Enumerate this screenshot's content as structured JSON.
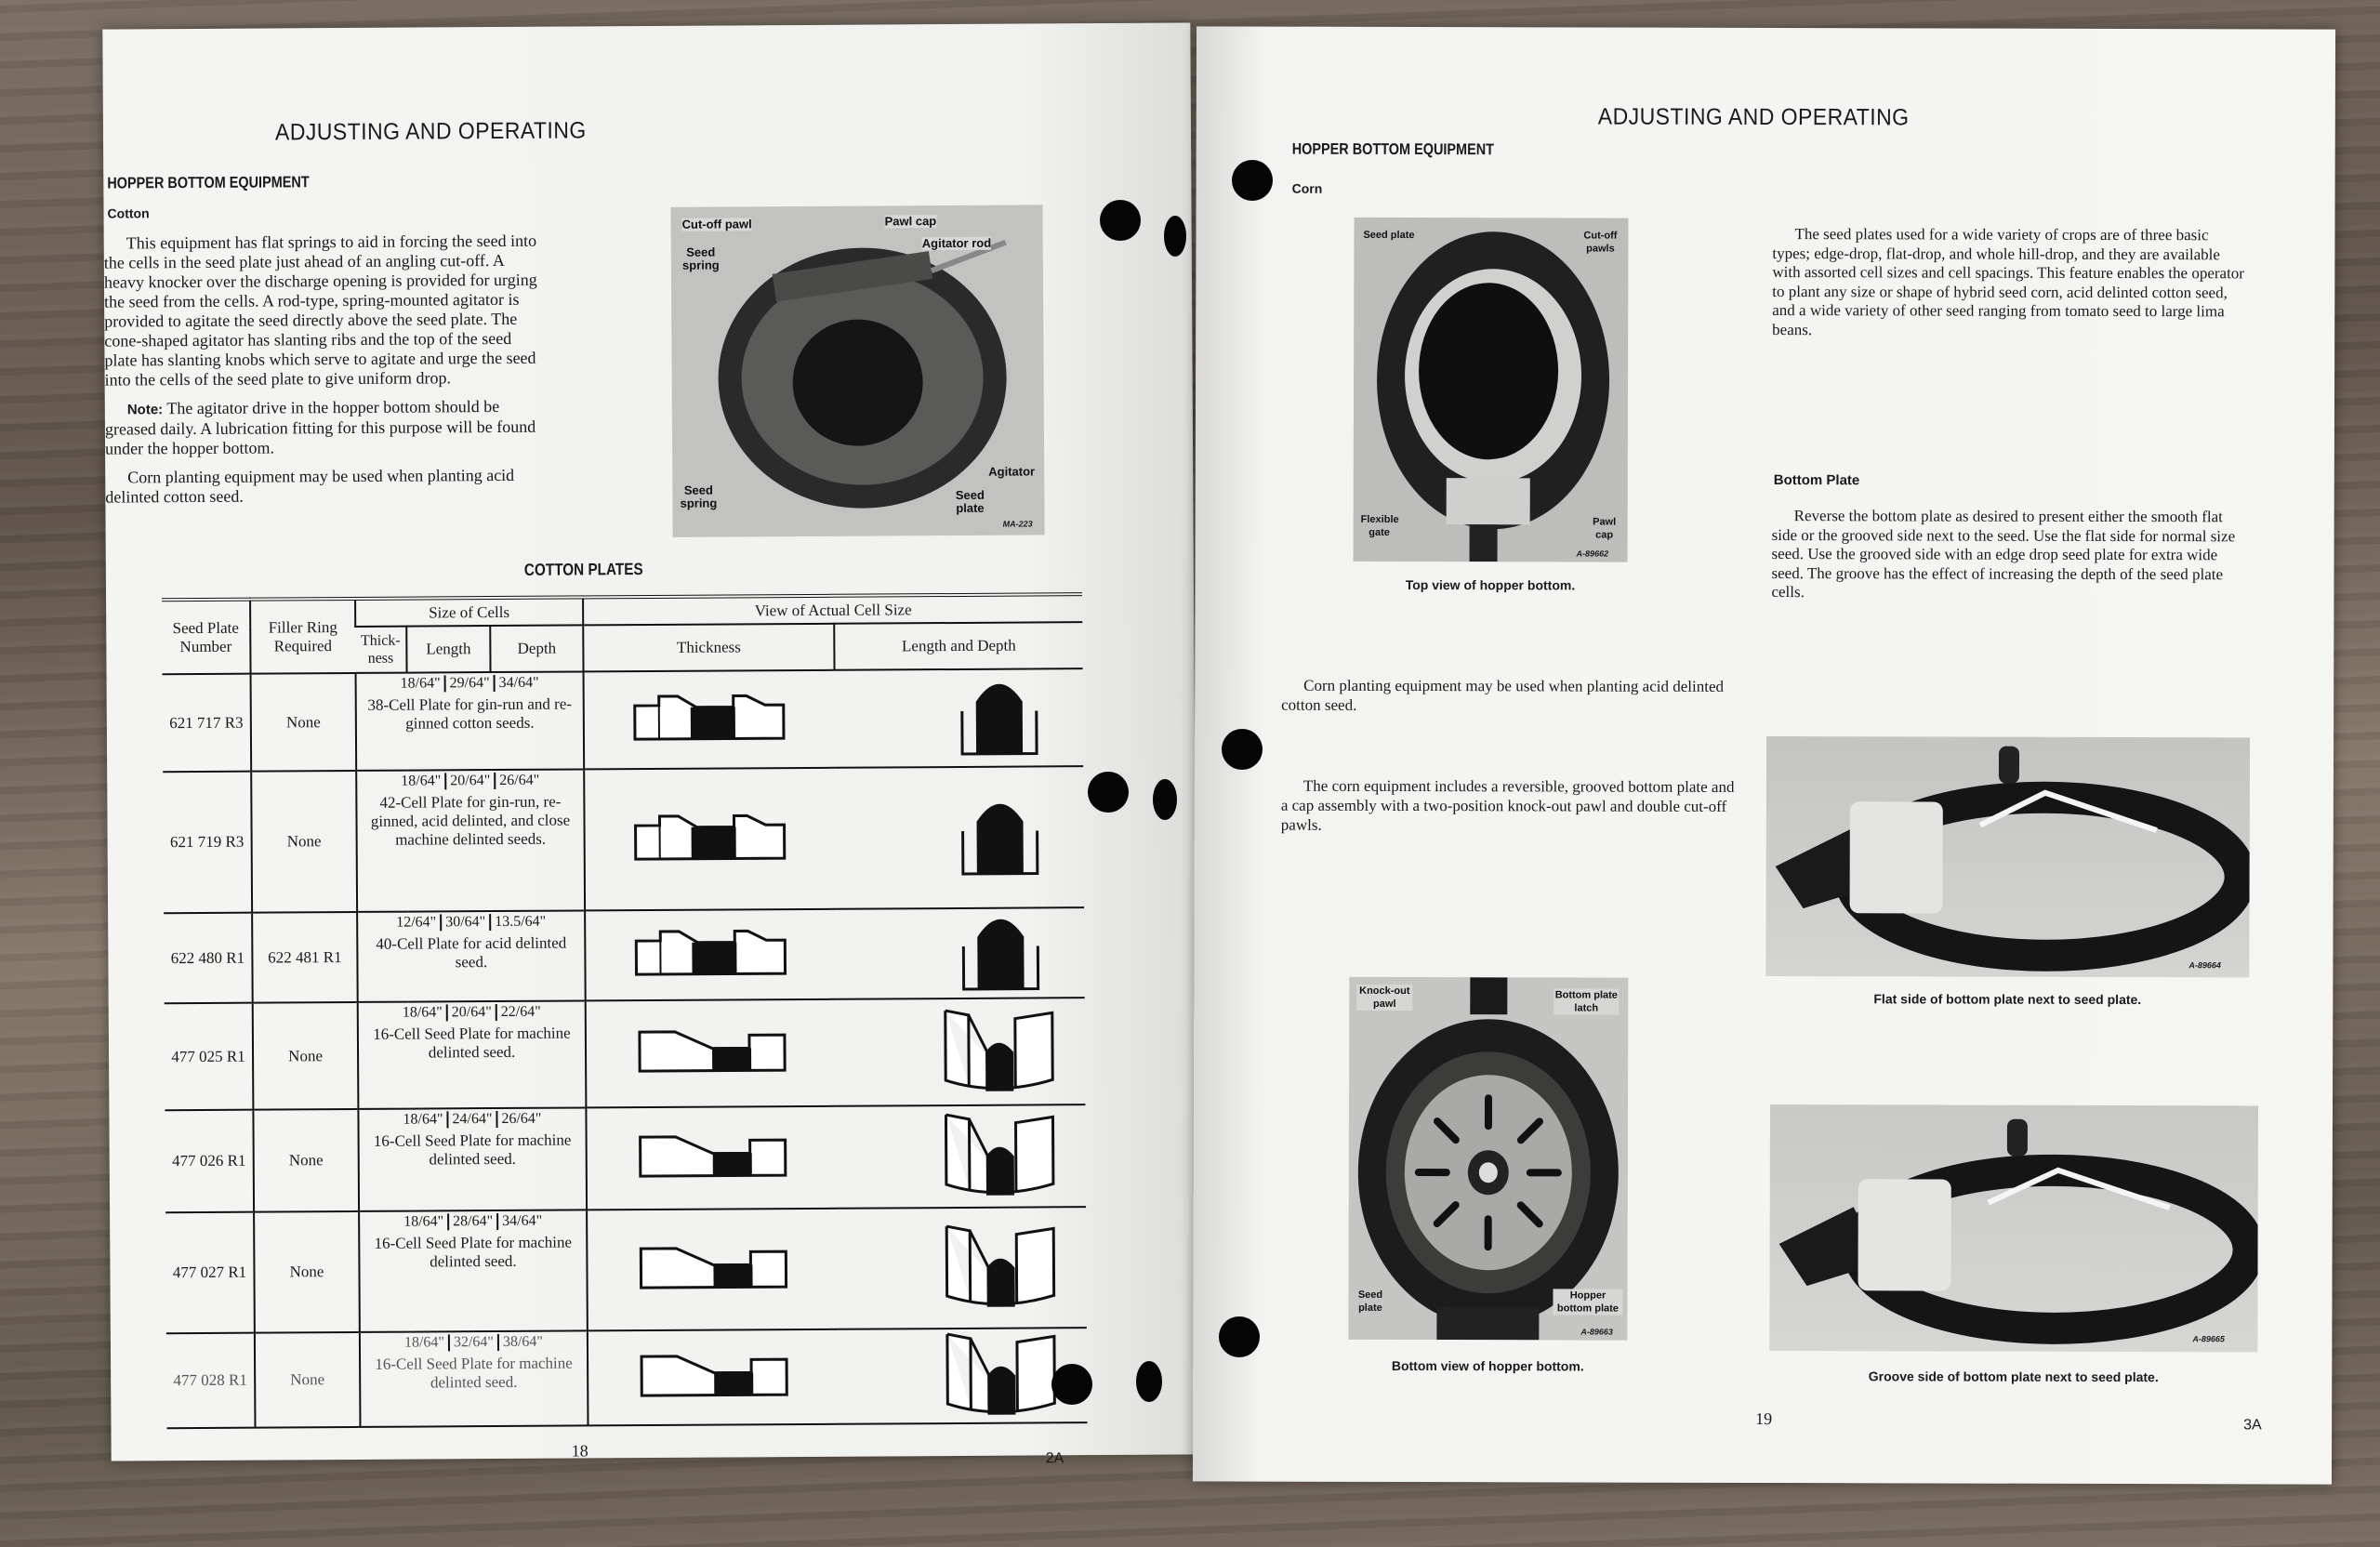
{
  "left_page": {
    "header": "ADJUSTING AND OPERATING",
    "section": "HOPPER BOTTOM EQUIPMENT",
    "subsection": "Cotton",
    "paragraph1": "This equipment has flat springs to aid in forcing the seed into the cells in the seed plate just ahead of an angling cut-off. A heavy knocker over the discharge opening is provided for urging the seed from the cells. A rod-type, spring-mounted agitator is provided to agitate the seed directly above the seed plate. The cone-shaped agitator has slanting ribs and the top of the seed plate has slanting knobs which serve to agitate and urge the seed into the cells of the seed plate to give uniform drop.",
    "note_label": "Note:",
    "note_text": " The agitator drive in the hopper bottom should be greased daily. A lubrication fitting for this purpose will be found under the hopper bottom.",
    "paragraph3": "Corn planting equipment may be used when planting acid delinted cotton seed.",
    "photo": {
      "labels": {
        "cutoff_pawl": "Cut-off pawl",
        "pawl_cap": "Pawl cap",
        "agitator_rod": "Agitator rod",
        "seed_spring_top": "Seed spring",
        "agitator": "Agitator",
        "seed_spring_bottom": "Seed spring",
        "seed_plate": "Seed plate"
      },
      "code": "MA-223"
    },
    "table_title": "COTTON PLATES",
    "table_headers": {
      "seed_plate_number": "Seed Plate Number",
      "filler_ring": "Filler Ring Required",
      "size_of_cells": "Size of Cells",
      "thickness": "Thick-ness",
      "length": "Length",
      "depth": "Depth",
      "view": "View of Actual Cell Size",
      "view_thickness": "Thickness",
      "view_length_depth": "Length and Depth"
    },
    "rows": [
      {
        "number": "621 717 R3",
        "filler": "None",
        "thickness": "18/64\"",
        "length": "29/64\"",
        "depth": "34/64\"",
        "description": "38-Cell Plate for gin-run and re-ginned cotton seeds."
      },
      {
        "number": "621 719 R3",
        "filler": "None",
        "thickness": "18/64\"",
        "length": "20/64\"",
        "depth": "26/64\"",
        "description": "42-Cell Plate for gin-run, re-ginned, acid delinted, and close machine delinted seeds."
      },
      {
        "number": "622 480 R1",
        "filler": "622 481 R1",
        "thickness": "12/64\"",
        "length": "30/64\"",
        "depth": "13.5/64\"",
        "description": "40-Cell Plate for acid delinted seed."
      },
      {
        "number": "477 025 R1",
        "filler": "None",
        "thickness": "18/64\"",
        "length": "20/64\"",
        "depth": "22/64\"",
        "description": "16-Cell Seed Plate for machine delinted seed."
      },
      {
        "number": "477 026 R1",
        "filler": "None",
        "thickness": "18/64\"",
        "length": "24/64\"",
        "depth": "26/64\"",
        "description": "16-Cell Seed Plate for machine delinted seed."
      },
      {
        "number": "477 027 R1",
        "filler": "None",
        "thickness": "18/64\"",
        "length": "28/64\"",
        "depth": "34/64\"",
        "description": "16-Cell Seed Plate for machine delinted seed."
      },
      {
        "number": "477 028 R1",
        "filler": "None",
        "thickness": "18/64\"",
        "length": "32/64\"",
        "depth": "38/64\"",
        "description": "16-Cell Seed Plate for machine delinted seed."
      }
    ],
    "page_number": "18",
    "page_code": "2A"
  },
  "right_page": {
    "header": "ADJUSTING AND OPERATING",
    "section": "HOPPER BOTTOM EQUIPMENT",
    "subsection": "Corn",
    "top_photo": {
      "labels": {
        "seed_plate": "Seed plate",
        "cutoff_pawls": "Cut-off pawls",
        "flexible_gate": "Flexible gate",
        "pawl_cap": "Pawl cap"
      },
      "code": "A-89662",
      "caption": "Top view of hopper bottom."
    },
    "seed_plates_text": "The seed plates used for a wide variety of crops are of three basic types; edge-drop, flat-drop, and whole hill-drop, and they are available with assorted cell sizes and cell spacings. This feature enables the operator to plant any size or shape of hybrid seed corn, acid delinted cotton seed, and a wide variety of other seed ranging from tomato seed to large lima beans.",
    "bottom_plate_title": "Bottom Plate",
    "bottom_plate_text": "Reverse the bottom plate as desired to present either the smooth flat side or the grooved side next to the seed. Use the flat side for normal size seed. Use the grooved side with an edge drop seed plate for extra wide seed. The groove has the effect of increasing the depth of the seed plate cells.",
    "corn_cotton_text": "Corn planting equipment may be used when planting acid delinted cotton seed.",
    "corn_equipment_text": "The corn equipment includes a reversible, grooved bottom plate and a cap assembly with a two-position knock-out pawl and double cut-off pawls.",
    "bottom_photo": {
      "labels": {
        "knockout_pawl": "Knock-out pawl",
        "bottom_plate_latch": "Bottom plate latch",
        "seed_plate": "Seed plate",
        "hopper_bottom_plate": "Hopper bottom plate"
      },
      "code": "A-89663",
      "caption": "Bottom view of hopper bottom."
    },
    "flat_photo": {
      "code": "A-89664",
      "caption": "Flat side of bottom plate next to seed plate."
    },
    "groove_photo": {
      "code": "A-89665",
      "caption": "Groove side of bottom plate next to seed plate."
    },
    "page_number": "19",
    "page_code": "3A"
  }
}
